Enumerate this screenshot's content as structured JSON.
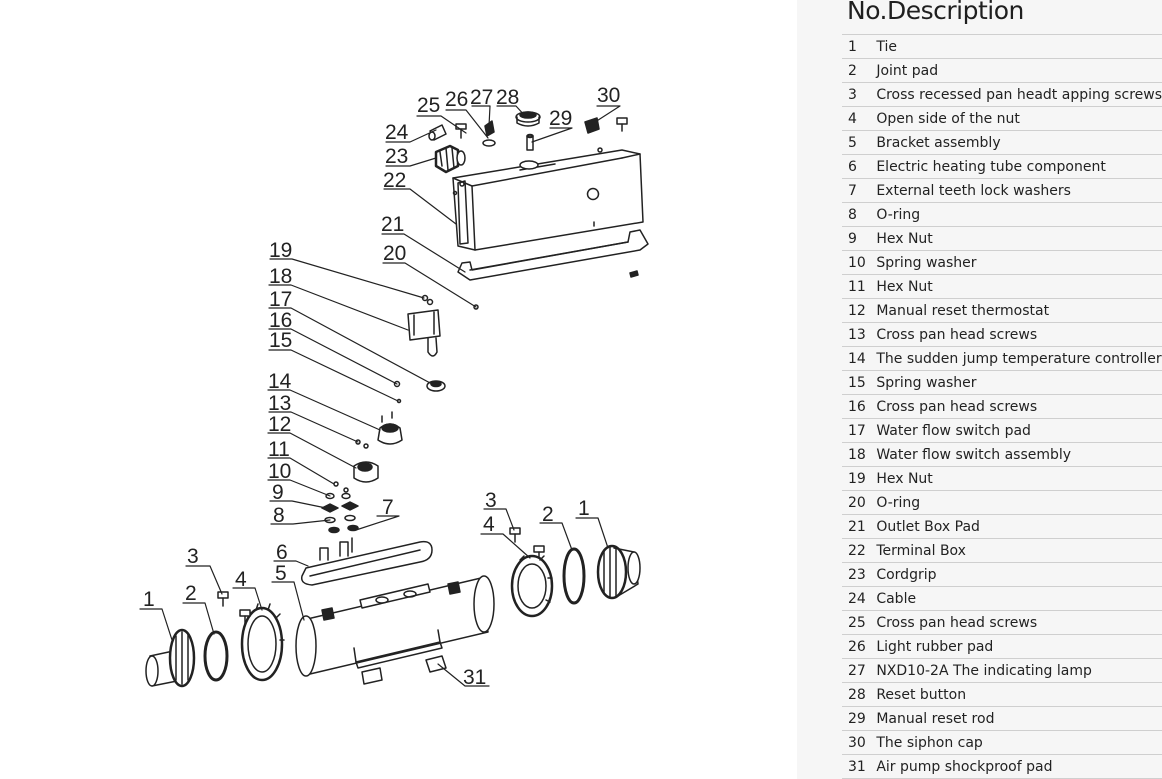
{
  "legend": {
    "no_header": "No.",
    "desc_header": "Description",
    "parts": [
      {
        "no": "1",
        "desc": "Tie"
      },
      {
        "no": "2",
        "desc": "Joint pad"
      },
      {
        "no": "3",
        "desc": "Cross recessed pan headt apping screws"
      },
      {
        "no": "4",
        "desc": "Open side of the nut"
      },
      {
        "no": "5",
        "desc": "Bracket assembly"
      },
      {
        "no": "6",
        "desc": "Electric heating tube component"
      },
      {
        "no": "7",
        "desc": "External teeth lock washers"
      },
      {
        "no": "8",
        "desc": "O-ring"
      },
      {
        "no": "9",
        "desc": "Hex Nut"
      },
      {
        "no": "10",
        "desc": "Spring washer"
      },
      {
        "no": "11",
        "desc": "Hex Nut"
      },
      {
        "no": "12",
        "desc": "Manual reset thermostat"
      },
      {
        "no": "13",
        "desc": "Cross pan head screws"
      },
      {
        "no": "14",
        "desc": "The sudden jump temperature controller"
      },
      {
        "no": "15",
        "desc": "Spring washer"
      },
      {
        "no": "16",
        "desc": "Cross pan head screws"
      },
      {
        "no": "17",
        "desc": "Water flow switch pad"
      },
      {
        "no": "18",
        "desc": "Water flow switch assembly"
      },
      {
        "no": "19",
        "desc": "Hex Nut"
      },
      {
        "no": "20",
        "desc": "O-ring"
      },
      {
        "no": "21",
        "desc": "Outlet Box Pad"
      },
      {
        "no": "22",
        "desc": "Terminal Box"
      },
      {
        "no": "23",
        "desc": "Cordgrip"
      },
      {
        "no": "24",
        "desc": "Cable"
      },
      {
        "no": "25",
        "desc": "Cross pan head screws"
      },
      {
        "no": "26",
        "desc": "Light rubber pad"
      },
      {
        "no": "27",
        "desc": "NXD10-2A The indicating lamp"
      },
      {
        "no": "28",
        "desc": "Reset button"
      },
      {
        "no": "29",
        "desc": "Manual reset rod"
      },
      {
        "no": "30",
        "desc": "The siphon cap"
      },
      {
        "no": "31",
        "desc": "Air pump shockproof pad"
      }
    ]
  },
  "diagram": {
    "callouts": [
      "1",
      "2",
      "3",
      "4",
      "5",
      "6",
      "7",
      "8",
      "9",
      "10",
      "11",
      "12",
      "13",
      "14",
      "15",
      "16",
      "17",
      "18",
      "19",
      "20",
      "21",
      "22",
      "23",
      "24",
      "25",
      "26",
      "27",
      "28",
      "29",
      "30",
      "31",
      "1",
      "2",
      "3",
      "4"
    ]
  }
}
